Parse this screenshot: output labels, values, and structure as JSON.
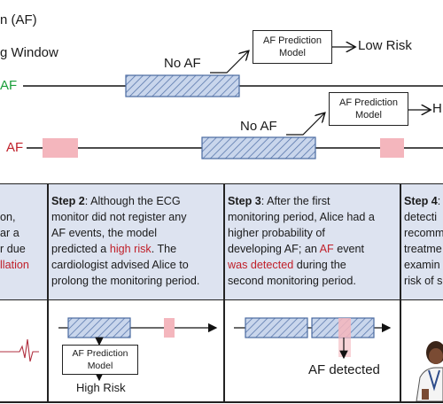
{
  "legend": {
    "item1": "n (AF)",
    "item2": "g Window"
  },
  "top": {
    "row1_label": "AF",
    "row1_colors": {
      "label": "#1a9e3a"
    },
    "row1_no_af": "No AF",
    "row1_model": [
      "AF Prediction",
      "Model"
    ],
    "row1_outcome": "Low Risk",
    "row2_label": "AF",
    "row2_colors": {
      "label": "#c0202a"
    },
    "row2_no_af": "No AF",
    "row2_model": [
      "AF Prediction",
      "Model"
    ],
    "row2_outcome": "H"
  },
  "steps": {
    "step1_lines": [
      "on,",
      "ar a",
      "r due",
      "llation"
    ],
    "step2": {
      "heading": "Step 2",
      "l1": ": Although the ECG",
      "l2": "monitor did not register any",
      "l3": "AF events, the model",
      "l4a": "predicted a ",
      "l4b": "high risk",
      "l4c": ". The",
      "l5": "cardiologist advised Alice to",
      "l6": "prolong the monitoring period."
    },
    "step3": {
      "heading": "Step 3",
      "l1": ": After the first",
      "l2": "monitoring period, Alice had a",
      "l3": "higher probability of",
      "l4a": "developing AF; an ",
      "l4b": "AF",
      "l4c": " event",
      "l5a": "was detected",
      "l5b": " during the",
      "l6": "second monitoring period."
    },
    "step4": {
      "heading": "Step 4",
      "l1": ":",
      "l2": "detecti",
      "l3": "recomm",
      "l4": "treatme",
      "l5": "examin",
      "l6": "risk of s"
    }
  },
  "bottom": {
    "model_lines": [
      "AF Prediction",
      "Model"
    ],
    "high_risk": "High Risk",
    "af_detected": "AF detected"
  },
  "colors": {
    "window_fill": "#c9d6ec",
    "window_stroke": "#4a6aa0",
    "af_event": "#f4b6bd",
    "cell_bg": "#dde3f0",
    "alert_red": "#c0202a"
  }
}
